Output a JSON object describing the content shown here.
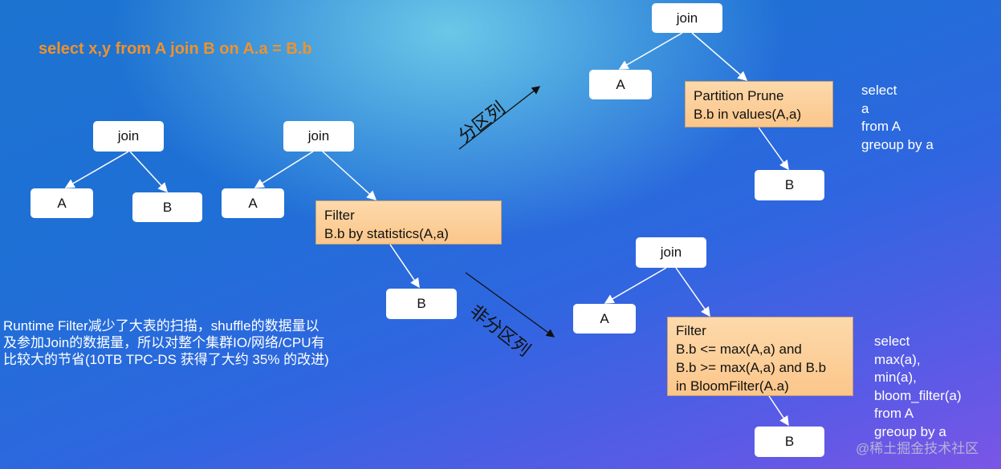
{
  "title": "select x,y from A join B on A.a = B.b",
  "tree1": {
    "join": "join",
    "a": "A",
    "b": "B"
  },
  "tree2": {
    "join": "join",
    "a": "A",
    "filter": [
      "Filter",
      "B.b by statistics(A,a)"
    ],
    "b": "B"
  },
  "partition_label": "分区列",
  "non_partition_label": "非分区列",
  "tree3": {
    "join": "join",
    "a": "A",
    "filter": [
      "Partition Prune",
      "B.b in values(A,a)"
    ],
    "b": "B"
  },
  "sql1": [
    "select",
    "a",
    "from A",
    "greoup by a"
  ],
  "tree4": {
    "join": "join",
    "a": "A",
    "filter": [
      "Filter",
      "B.b <= max(A,a) and",
      "B.b >= max(A,a) and B.b",
      "in BloomFilter(A.a)"
    ],
    "b": "B"
  },
  "sql2": [
    "select",
    "max(a),",
    "min(a),",
    "bloom_filter(a)",
    "from A",
    "greoup by a"
  ],
  "note": [
    "Runtime Filter减少了大表的扫描，shuffle的数据量以",
    "及参加Join的数据量，所以对整个集群IO/网络/CPU有",
    "比较大的节省(10TB TPC-DS 获得了大约 35% 的改进)"
  ],
  "watermark": "@稀土掘金技术社区",
  "colors": {
    "title": "#f0922b",
    "filter_box": "#fcc98e"
  }
}
